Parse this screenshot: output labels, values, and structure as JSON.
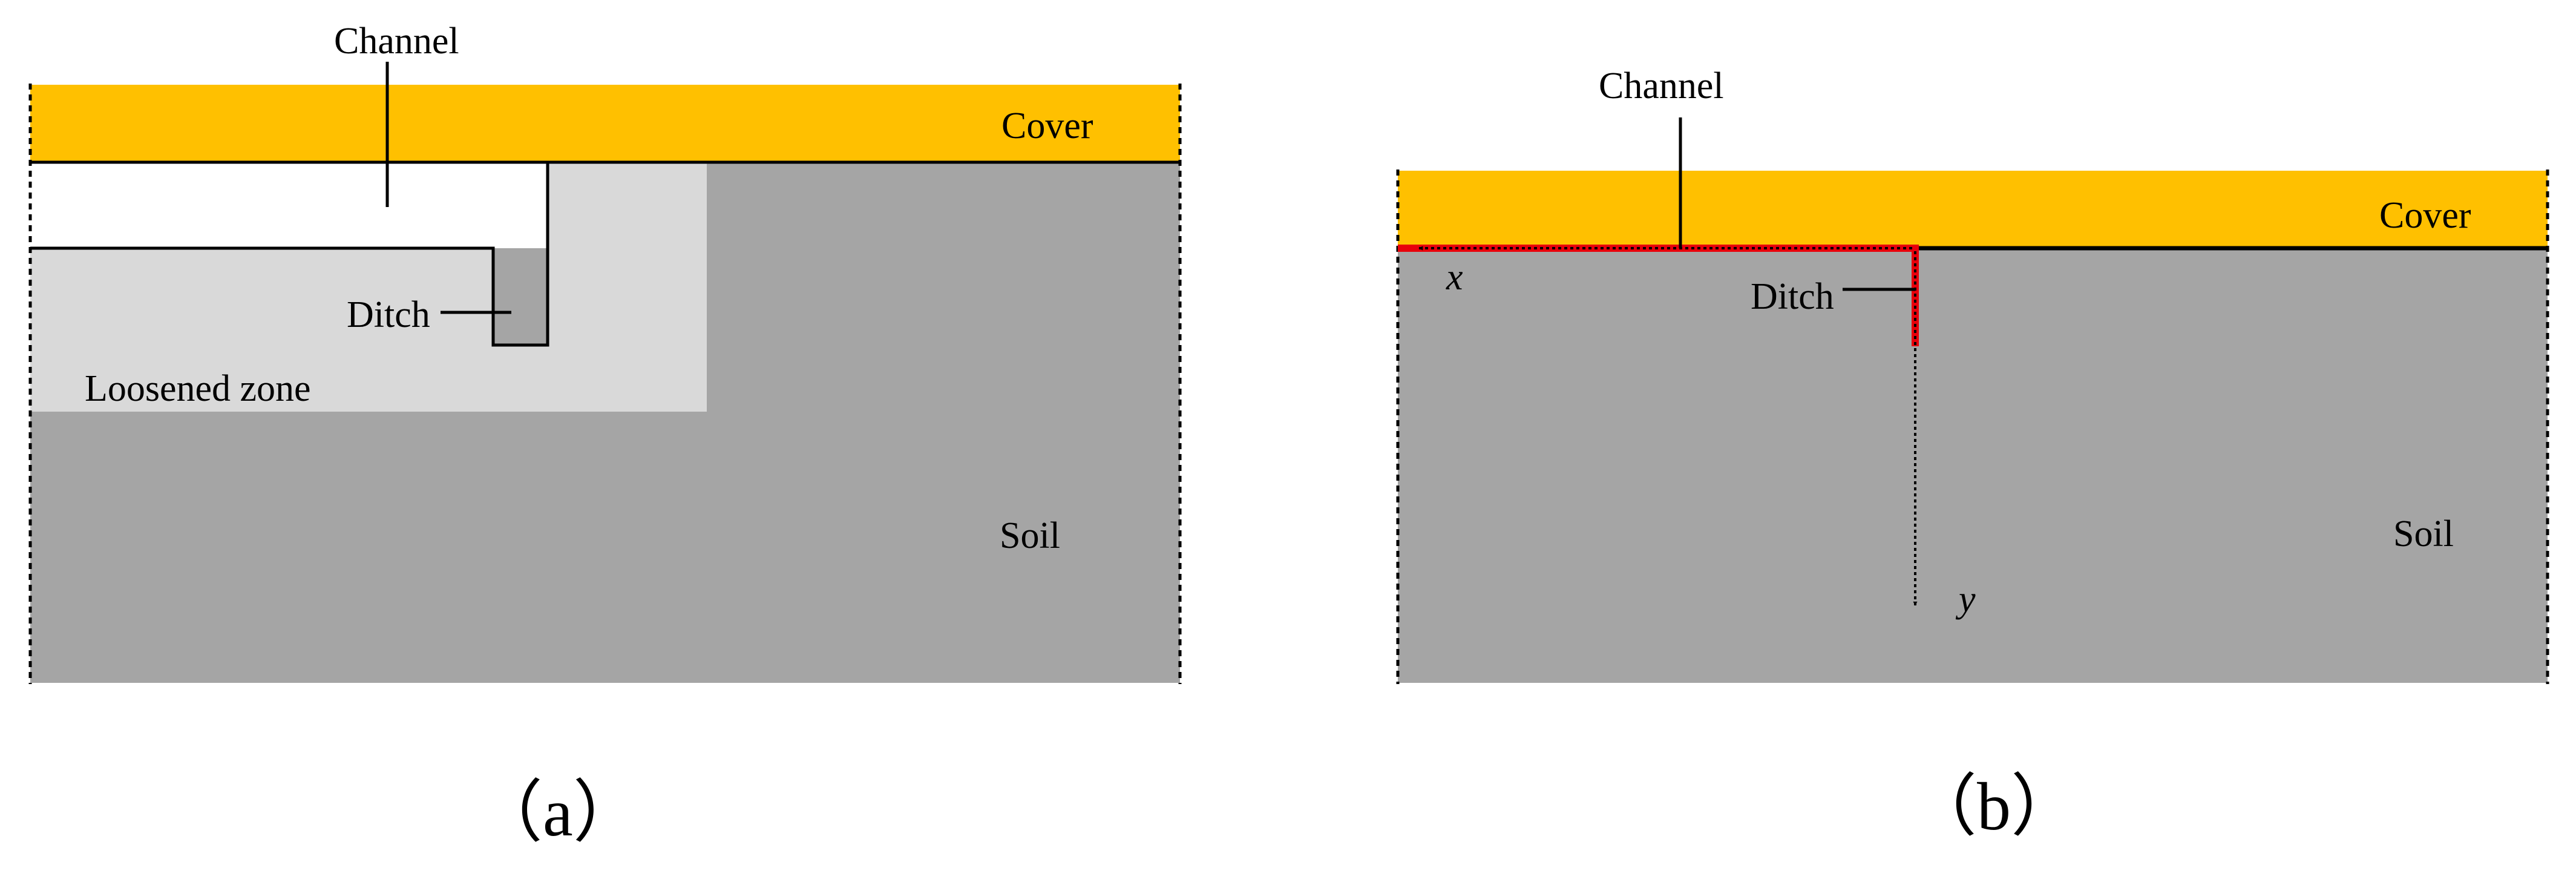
{
  "colors": {
    "cover": "#FFC000",
    "soil": "#A5A5A5",
    "loosened_zone": "#D9D9D9",
    "channel_line": "#E8000B",
    "line": "#000000",
    "background": "#FFFFFF"
  },
  "panel_a": {
    "caption": "（a）",
    "labels": {
      "channel": "Channel",
      "cover": "Cover",
      "ditch": "Ditch",
      "loosened_zone": "Loosened zone",
      "soil": "Soil"
    }
  },
  "panel_b": {
    "caption": "（b）",
    "labels": {
      "channel": "Channel",
      "cover": "Cover",
      "ditch": "Ditch",
      "soil": "Soil",
      "x_axis": "x",
      "y_axis": "y"
    }
  }
}
